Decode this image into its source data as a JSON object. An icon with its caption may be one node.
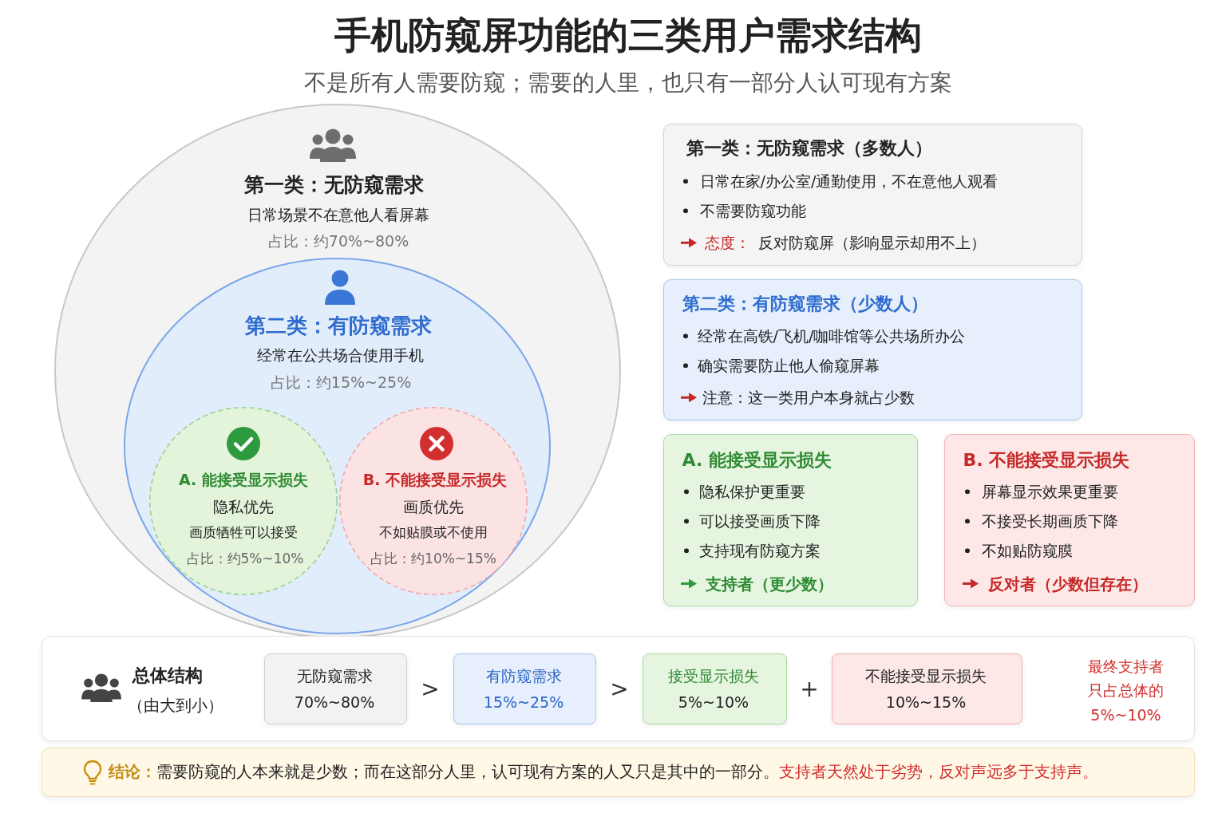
{
  "diagram": {
    "title": "手机防窥屏功能的三类用户需求结构",
    "nodes": [
      {
        "text": [
          "第一类：无防窥需求",
          "日常场景不在意他人看屏幕",
          "占比：约70%~80%"
        ]
      },
      {
        "text": [
          "第二类：有防窥需求",
          "经常在公共场合使用手机",
          "占比：约15%~25%"
        ],
        "in": 0
      },
      {
        "text": [
          "A. 能接受显示损失",
          "隐私优先",
          "画质牺牲可以接受",
          "占比：约5%~10%"
        ],
        "in": 1
      },
      {
        "text": [
          "B. 不能接受显示损失",
          "画质优先",
          "不如贴膜或不使用",
          "占比：约10%~15%"
        ],
        "in": 1
      },
      {
        "text": [
          "第一类：无防窥需求（多数人）",
          "日常在家/办公室/通勤使用，不在意他人观看",
          "不需要防窥功能",
          "态度：",
          "反对防窥屏（影响显示却用不上）"
        ]
      },
      {
        "text": [
          "第二类：有防窥需求（少数人）",
          "经常在高铁/飞机/咖啡馆等公共场所办公",
          "确实需要防止他人偷窥屏幕",
          "注意：这一类用户本身就占少数"
        ]
      },
      {
        "text": [
          "A. 能接受显示损失",
          "隐私保护更重要",
          "可以接受画质下降",
          "支持现有防窥方案",
          "支持者（更少数）"
        ]
      },
      {
        "text": [
          "B. 不能接受显示损失",
          "屏幕显示效果更重要",
          "不接受长期画质下降",
          "不如贴防窥膜",
          "反对者（少数但存在）"
        ]
      },
      {
        "text": [
          "总体结构",
          "（由大到小）",
          "最终支持者只占总体的5%~10%"
        ]
      },
      {
        "text": [
          "无防窥需求",
          "70%~80%"
        ],
        "in": 8
      },
      {
        "text": [
          "有防窥需求",
          "15%~25%"
        ],
        "in": 8
      },
      {
        "text": [
          "接受显示损失",
          "5%~10%"
        ],
        "in": 8
      },
      {
        "text": [
          "不能接受显示损失",
          "10%~15%"
        ],
        "in": 8
      },
      {
        "text": [
          "结论：",
          "需要防窥的人本来就是少数；而在这部分人里，认可现有方案的人又只是其中的一部分。",
          "支持者天然处于劣势，反对声远多于支持声。"
        ]
      }
    ],
    "labels": [
      "不是所有人需要防窥；需要的人里，也只有一部分人认可现有方案",
      ">",
      ">",
      "+"
    ]
  }
}
